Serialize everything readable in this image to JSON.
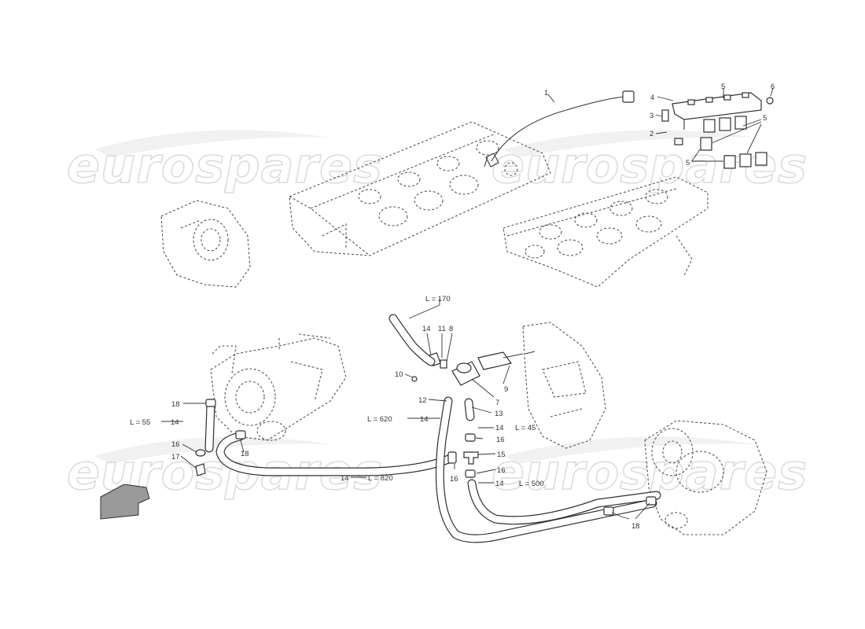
{
  "watermark": {
    "text": "eurospares"
  },
  "callouts": [
    {
      "text": "1"
    },
    {
      "text": "2"
    },
    {
      "text": "3"
    },
    {
      "text": "4"
    },
    {
      "text": "5"
    },
    {
      "text": "6"
    },
    {
      "text": "5"
    },
    {
      "text": "5"
    },
    {
      "text": "L = 170"
    },
    {
      "text": "14"
    },
    {
      "text": "11"
    },
    {
      "text": "8"
    },
    {
      "text": "10"
    },
    {
      "text": "7"
    },
    {
      "text": "9"
    },
    {
      "text": "12"
    },
    {
      "text": "13"
    },
    {
      "text": "L = 620"
    },
    {
      "text": "14"
    },
    {
      "text": "14"
    },
    {
      "text": "L = 45"
    },
    {
      "text": "16"
    },
    {
      "text": "15"
    },
    {
      "text": "16"
    },
    {
      "text": "14"
    },
    {
      "text": "L = 500"
    },
    {
      "text": "16"
    },
    {
      "text": "14"
    },
    {
      "text": "L = 820"
    },
    {
      "text": "18"
    },
    {
      "text": "L = 55"
    },
    {
      "text": "14"
    },
    {
      "text": "16"
    },
    {
      "text": "17"
    },
    {
      "text": "18"
    },
    {
      "text": "18"
    }
  ]
}
